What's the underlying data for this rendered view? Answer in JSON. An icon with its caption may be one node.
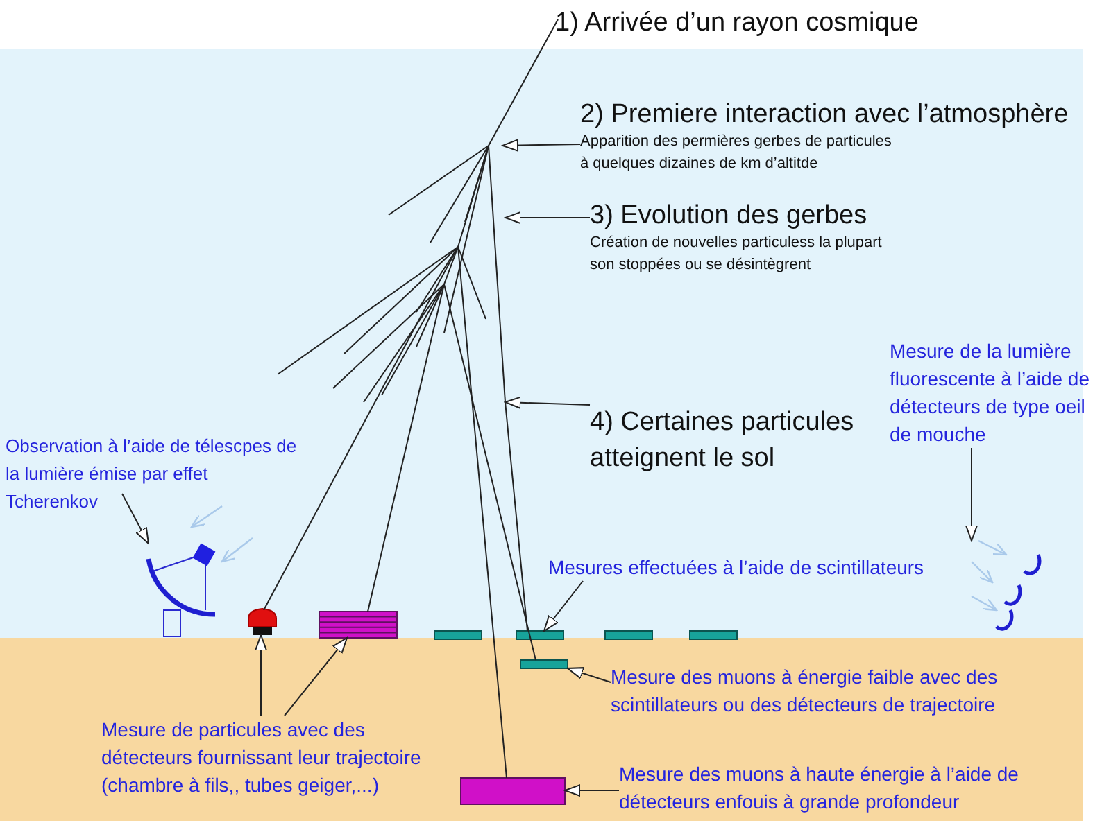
{
  "diagram": {
    "nodes": [
      {
        "text": [
          "2) Premiere interaction avec l’atmosphère",
          "Apparition des permières gerbes de particules à quelques dizaines de km d’altitde"
        ]
      },
      {
        "text": [
          "3) Evolution des gerbes",
          "Création de nouvelles particuless la plupart son stoppées ou se désintègrent"
        ]
      },
      {
        "text": [
          "4) Certaines particules atteignent le sol"
        ]
      },
      {
        "text": [
          "Observation à l’aide de télescpes de la lumière émise par effet Tcherenkov"
        ]
      },
      {
        "text": [],
        "shape": "picture"
      },
      {
        "text": [
          "Mesure de la lumière fluorescente à l’aide de détecteurs de type oeil de mouche"
        ]
      },
      {
        "text": [],
        "shape": "picture"
      },
      {
        "text": [
          "Mesures effectuées à l’aide de scintillateurs"
        ]
      },
      {
        "text": [],
        "shape": "box"
      },
      {
        "text": [],
        "shape": "box"
      },
      {
        "text": [],
        "shape": "bar"
      },
      {
        "text": [],
        "shape": "bar"
      },
      {
        "text": [],
        "shape": "bar"
      },
      {
        "text": [],
        "shape": "bar"
      },
      {
        "text": [],
        "shape": "bar"
      },
      {
        "text": [],
        "shape": "box"
      },
      {
        "text": [
          "Mesure de particules avec des détecteurs fournissant leur trajectoire (chambre à fils,, tubes geiger,...)"
        ]
      },
      {
        "text": [
          "Mesure des muons à énergie faible avec des scintillateurs ou des détecteurs de trajectoire"
        ]
      },
      {
        "text": [
          "Mesure des muons à haute énergie à l’aide de détecteurs enfouis à grande profondeur"
        ]
      },
      {
        "text": [],
        "shape": "picture"
      }
    ],
    "edges": [
      {
        "from": 0,
        "to": 6,
        "arrow": "to"
      },
      {
        "from": 1,
        "to": 6,
        "arrow": "to"
      },
      {
        "from": 2,
        "to": 6,
        "arrow": "to"
      },
      {
        "from": 3,
        "to": 4,
        "arrow": "to"
      },
      {
        "from": 5,
        "to": 19,
        "arrow": "to"
      },
      {
        "from": 7,
        "to": 11,
        "arrow": "to"
      },
      {
        "from": 16,
        "to": 8,
        "arrow": "to"
      },
      {
        "from": 16,
        "to": 9,
        "arrow": "to"
      },
      {
        "from": 17,
        "to": 14,
        "arrow": "to"
      },
      {
        "from": 18,
        "to": 15,
        "arrow": "to"
      },
      {
        "from": 6,
        "to": 8,
        "arrow": "none"
      },
      {
        "from": 6,
        "to": 9,
        "arrow": "none"
      },
      {
        "from": 6,
        "to": 11,
        "arrow": "none"
      },
      {
        "from": 6,
        "to": 14,
        "arrow": "none"
      },
      {
        "from": 6,
        "to": 15,
        "arrow": "none"
      }
    ],
    "labels": [
      "1) Arrivée d’un rayon cosmique"
    ]
  }
}
